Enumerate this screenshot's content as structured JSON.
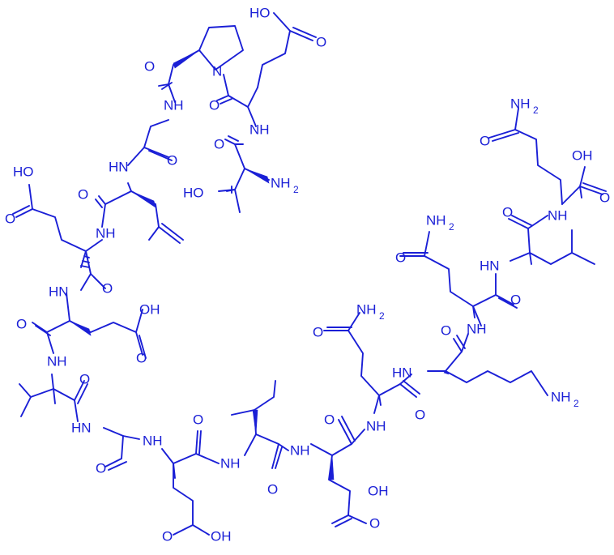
{
  "colors": {
    "structure": "#1a1fd6",
    "background": "#ffffff"
  },
  "labels": {
    "glu1_oh": "HO",
    "glu1_o": "O",
    "pro_n": "N",
    "pro_co_o": "O",
    "pro_o2": "O",
    "thr_nh": "NH",
    "thr_o": "O",
    "thr_ho": "HO",
    "thr_nh2": "NH",
    "gly1_nh": "NH",
    "gly1_o": "O",
    "leu1_hn": "HN",
    "leu1_o": "O",
    "glu2_oh": "HO",
    "glu2_o": "O",
    "glu2_nh": "NH",
    "glu2_co": "O",
    "glu3_hn": "HN",
    "glu3_oh": "OH",
    "glu3_o": "O",
    "glu3_co": "O",
    "val_nh": "NH",
    "val_o": "O",
    "gly2_hn": "HN",
    "gly2_o": "O",
    "glu4_nh": "NH",
    "glu4_o": "O",
    "glu4_oh": "OH",
    "glu4_co": "O",
    "ile_nh": "NH",
    "ile_o": "O",
    "glu5_nh": "NH",
    "glu5_o": "O",
    "glu5_oh": "OH",
    "glu5_co": "O",
    "gln1_nh2": "NH",
    "gln1_o": "O",
    "gln1_nh": "NH",
    "gln1_co": "O",
    "lys_hn": "HN",
    "lys_nh2": "NH",
    "lys_co": "O",
    "gln2_nh2": "NH",
    "gln2_o": "O",
    "gln2_nh": "NH",
    "gln2_co": "O",
    "leu2_hn": "HN",
    "leu2_o": "O",
    "gln3_nh2": "NH",
    "gln3_o": "O",
    "gln3_nh": "NH",
    "gln3_oh": "OH",
    "gln3_co": "O",
    "sub2": "2"
  }
}
